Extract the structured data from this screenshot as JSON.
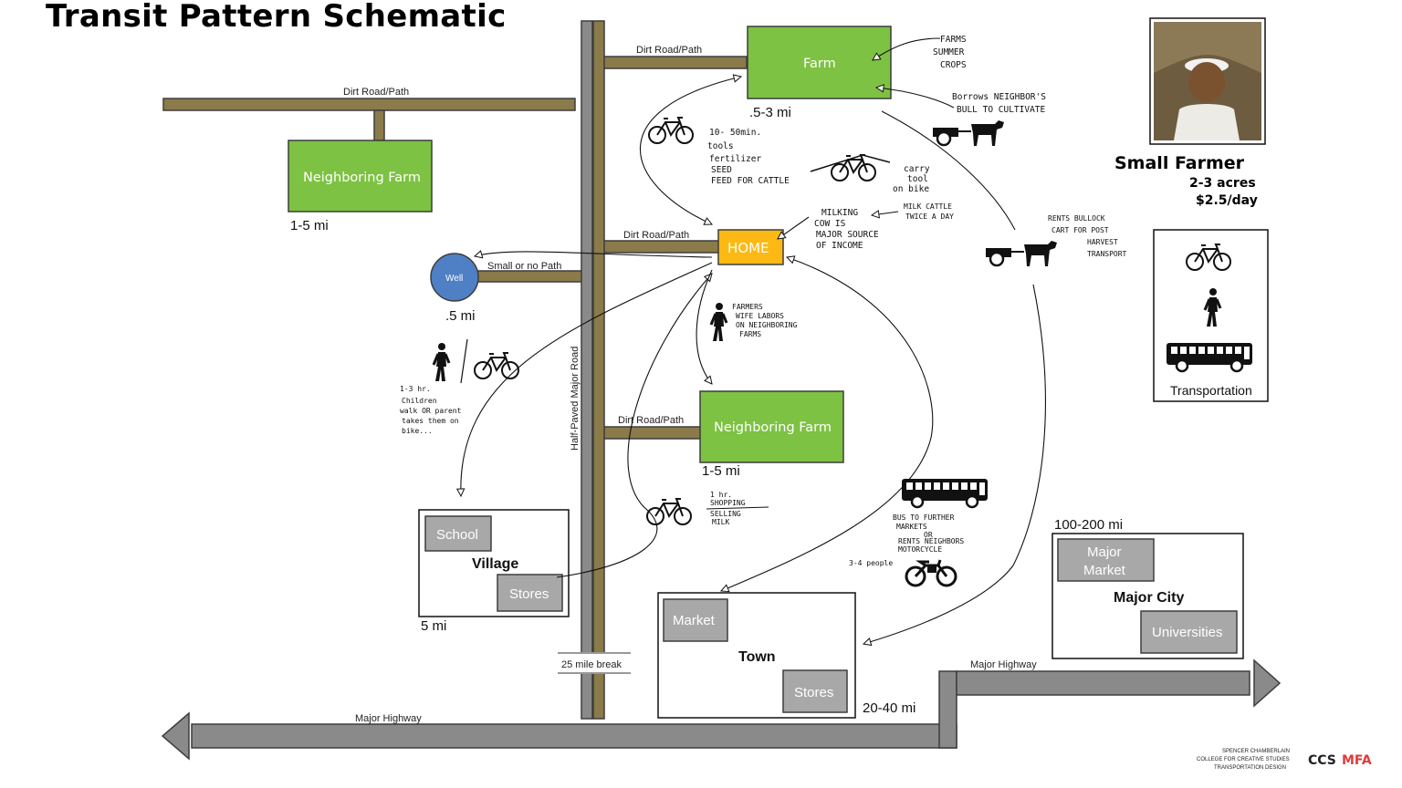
{
  "title": "Transit Pattern Schematic",
  "roads": {
    "major_road": "Half-Paved Major Road",
    "dirt_top": "Dirt Road/Path",
    "dirt_left": "Dirt Road/Path",
    "dirt_home": "Dirt Road/Path",
    "dirt_lower": "Dirt Road/Path",
    "well_path": "Small or no Path",
    "break": "25 mile break",
    "highway_bottom": "Major Highway",
    "highway_right": "Major Highway"
  },
  "places": {
    "farm": {
      "label": "Farm",
      "distance": ".5-3 mi"
    },
    "neighboring_farm_top": {
      "label": "Neighboring Farm",
      "distance": "1-5 mi"
    },
    "home": {
      "label": "HOME"
    },
    "well": {
      "label": "Well",
      "distance": ".5 mi"
    },
    "neighboring_farm_mid": {
      "label": "Neighboring Farm",
      "distance": "1-5 mi"
    },
    "village": {
      "label": "Village",
      "school": "School",
      "stores": "Stores",
      "distance": "5 mi"
    },
    "town": {
      "label": "Town",
      "market": "Market",
      "stores": "Stores",
      "distance": "20-40 mi"
    },
    "major_city": {
      "label": "Major City",
      "market_line1": "Major",
      "market_line2": "Market",
      "universities": "Universities",
      "distance": "100-200 mi"
    }
  },
  "notes": {
    "farms_crops": [
      "FARMS",
      "SUMMER",
      "CROPS"
    ],
    "borrows_bull": [
      "Borrows NEIGHBOR'S",
      "BULL TO CULTIVATE"
    ],
    "bike_trip": [
      "10- 50min.",
      "tools",
      "fertilizer",
      "SEED",
      "FEED FOR CATTLE"
    ],
    "carry_tool": [
      "carry",
      "tool",
      "on bike"
    ],
    "milking": [
      "MILKING",
      "COW IS",
      "MAJOR SOURCE",
      "OF INCOME"
    ],
    "milk_cattle": [
      "MILK CATTLE",
      "TWICE A DAY"
    ],
    "rents_cart": [
      "RENTS BULLOCK",
      "CART FOR POST",
      "HARVEST",
      "TRANSPORT"
    ],
    "wife_labors": [
      "FARMERS",
      "WIFE LABORS",
      "ON NEIGHBORING",
      "FARMS"
    ],
    "children": [
      "1-3 hr.",
      "Children",
      "walk OR parent",
      "takes them on",
      "bike..."
    ],
    "shopping": [
      "1 hr.",
      "SHOPPING",
      "SELLING",
      "MILK"
    ],
    "bus": [
      "BUS TO FURTHER",
      "MARKETS",
      "OR",
      "RENTS NEIGHBORS",
      "MOTORCYCLE"
    ],
    "people": "3-4 people"
  },
  "farmer": {
    "name": "Small Farmer",
    "acres": "2-3 acres",
    "income": "$2.5/day"
  },
  "transportation_legend": {
    "label": "Transportation"
  },
  "footer": {
    "line1": "SPENCER CHAMBERLAIN",
    "line2": "COLLEGE FOR CREATIVE STUDIES",
    "line3": "TRANSPORTATION DESIGN",
    "logo_ccs": "CCS",
    "logo_mfa": "MFA"
  },
  "colors": {
    "road": "#8b7a4a",
    "road_edge": "#3d3d3d",
    "farm_green": "#7dc242",
    "home_orange": "#fdb913",
    "well_blue": "#4f7fc4",
    "gray_box": "#a8a8a8",
    "highway": "#8a8a8a",
    "mfa_red": "#e03a3a"
  }
}
